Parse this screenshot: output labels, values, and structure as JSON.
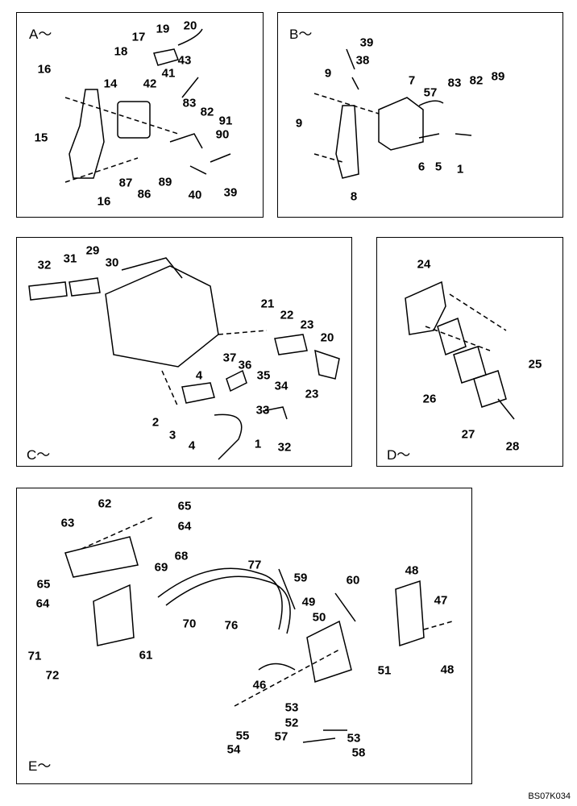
{
  "drawing_code": "BS07K034",
  "panels": [
    {
      "letter": "A～",
      "callouts": [
        "20",
        "19",
        "17",
        "18",
        "43",
        "16",
        "14",
        "42",
        "41",
        "83",
        "82",
        "91",
        "15",
        "90",
        "87",
        "89",
        "86",
        "40",
        "39",
        "16"
      ]
    },
    {
      "letter": "B～",
      "callouts": [
        "39",
        "38",
        "9",
        "7",
        "57",
        "83",
        "82",
        "89",
        "9",
        "6",
        "5",
        "1",
        "8"
      ]
    },
    {
      "letter": "C～",
      "callouts": [
        "32",
        "31",
        "29",
        "30",
        "21",
        "22",
        "23",
        "20",
        "37",
        "36",
        "35",
        "34",
        "23",
        "4",
        "2",
        "3",
        "33",
        "4",
        "1",
        "32"
      ]
    },
    {
      "letter": "D～",
      "callouts": [
        "24",
        "25",
        "26",
        "27",
        "28"
      ]
    },
    {
      "letter": "E～",
      "callouts": [
        "62",
        "65",
        "63",
        "64",
        "77",
        "59",
        "68",
        "69",
        "60",
        "48",
        "65",
        "47",
        "64",
        "49",
        "50",
        "70",
        "76",
        "48",
        "71",
        "72",
        "61",
        "51",
        "46",
        "53",
        "52",
        "55",
        "57",
        "53",
        "54",
        "58"
      ]
    }
  ]
}
